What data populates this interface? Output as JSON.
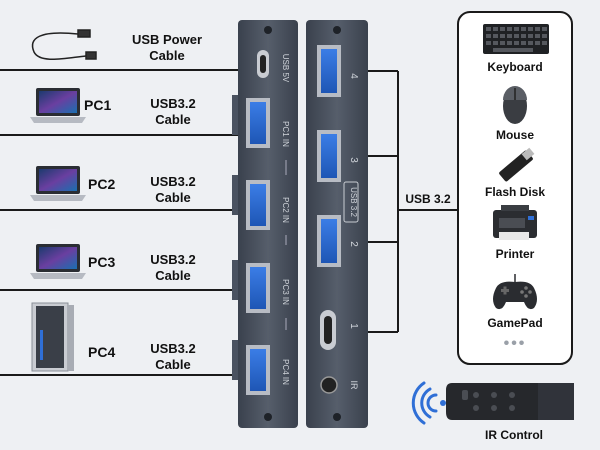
{
  "sources": [
    {
      "pc_label": "",
      "cable_line1": "USB Power",
      "cable_line2": "Cable"
    },
    {
      "pc_label": "PC1",
      "cable_line1": "USB3.2",
      "cable_line2": "Cable"
    },
    {
      "pc_label": "PC2",
      "cable_line1": "USB3.2",
      "cable_line2": "Cable"
    },
    {
      "pc_label": "PC3",
      "cable_line1": "USB3.2",
      "cable_line2": "Cable"
    },
    {
      "pc_label": "PC4",
      "cable_line1": "USB3.2",
      "cable_line2": "Cable"
    }
  ],
  "switch_in_ports": [
    "USB 5V",
    "PC1 IN",
    "PC2 IN",
    "PC3 IN",
    "PC4 IN"
  ],
  "switch_out_ports": [
    "4",
    "3",
    "2",
    "1"
  ],
  "switch_out_label": "USB 3.2",
  "ir_port_label": "IR",
  "bus_label": "USB 3.2",
  "peripherals": [
    "Keyboard",
    "Mouse",
    "Flash Disk",
    "Printer",
    "GamePad"
  ],
  "more_indicator": "•••",
  "remote_label": "IR Control",
  "colors": {
    "device_body": "#4a5260",
    "usb_blue": "#2f6fd6",
    "line": "#1a1a1a",
    "background": "#eef0f3"
  }
}
